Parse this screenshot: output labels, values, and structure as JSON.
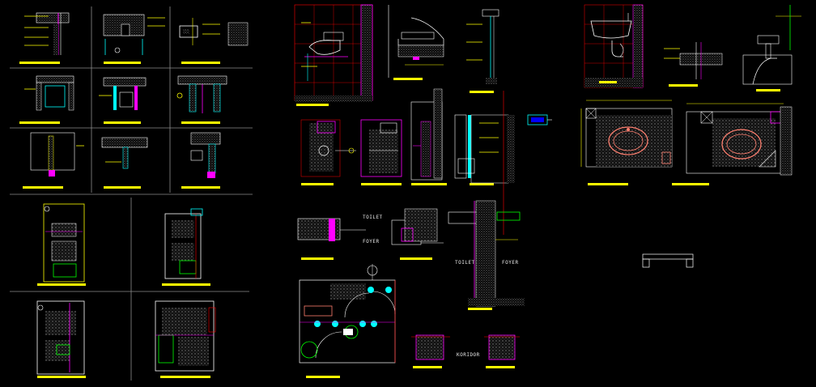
{
  "drawing": {
    "background": "#000000",
    "palette": {
      "yellow": "#ffff00",
      "white": "#ffffff",
      "grey": "#8c8c8c",
      "cyan": "#00ffff",
      "magenta": "#ff00ff",
      "red": "#ff0000",
      "green": "#00ff00",
      "blue": "#0000ff",
      "salmon": "#ff7f6f"
    },
    "room_labels": {
      "toilet_1": "TOILET",
      "foyer_1": "FOYER",
      "toilet_2": "TOILET",
      "foyer_2": "FOYER",
      "koridor": "KORIDOR"
    }
  }
}
